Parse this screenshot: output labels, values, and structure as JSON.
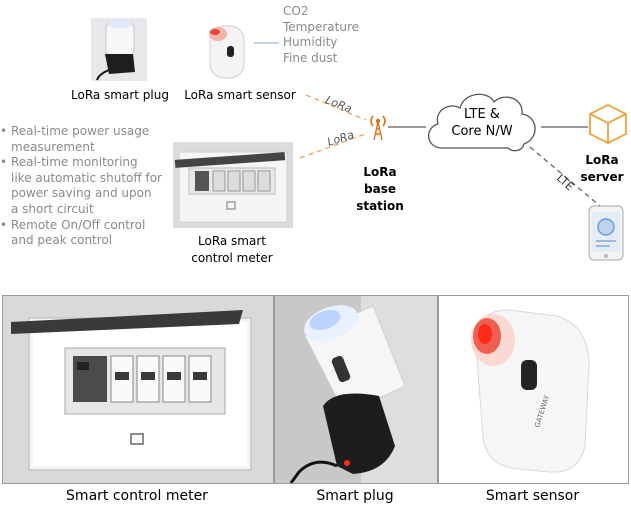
{
  "devices": {
    "plug_label": "LoRa smart plug",
    "sensor_label": "LoRa smart sensor",
    "meter_label_line1": "LoRa smart",
    "meter_label_line2": "control meter"
  },
  "sensor_measurements": [
    "CO2",
    "Temperature",
    "Humidity",
    "Fine dust"
  ],
  "meter_features": [
    "Real-time power usage measurement",
    "Real-time monitoring like automatic shutoff for power saving and upon a short circuit",
    "Remote On/Off control and peak control"
  ],
  "network": {
    "link_lora_1": "LoRa",
    "link_lora_2": "LoRa",
    "base_station_line1": "LoRa",
    "base_station_line2": "base",
    "base_station_line3": "station",
    "core_line1": "LTE &",
    "core_line2": "Core N/W",
    "server_line1": "LoRa",
    "server_line2": "server",
    "link_lte": "LTE"
  },
  "photos": {
    "meter_caption": "Smart control meter",
    "plug_caption": "Smart plug",
    "sensor_caption": "Smart sensor",
    "sensor_branding": "GATEWAY"
  },
  "colors": {
    "lora_link": "#e8a060",
    "antenna": "#e46f12",
    "server_cube": "#f0a030",
    "sensor_glow": "#e83a2a",
    "cloud_stroke": "#555555",
    "muted_text": "#8a8a8a"
  }
}
